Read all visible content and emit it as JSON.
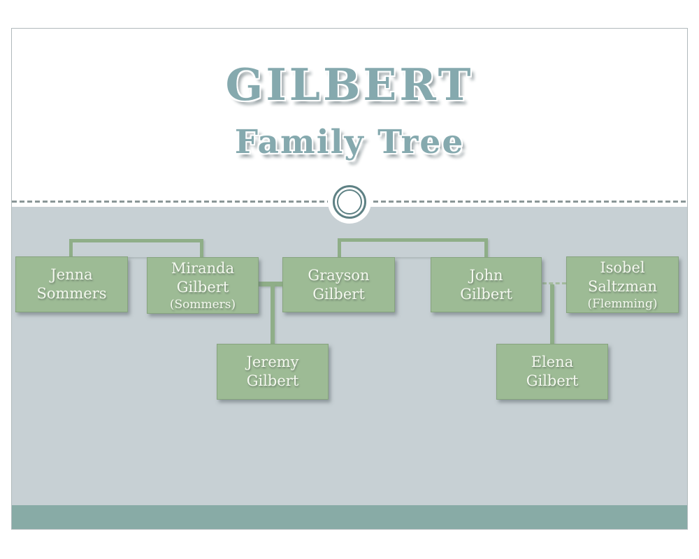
{
  "slide": {
    "title": "GILBERT",
    "subtitle": "Family Tree"
  },
  "tree": {
    "nodes": {
      "jenna": {
        "line1": "Jenna",
        "line2": "Sommers",
        "subline": ""
      },
      "miranda": {
        "line1": "Miranda",
        "line2": "Gilbert",
        "subline": "(Sommers)"
      },
      "grayson": {
        "line1": "Grayson",
        "line2": "Gilbert",
        "subline": ""
      },
      "john": {
        "line1": "John",
        "line2": "Gilbert",
        "subline": ""
      },
      "isobel": {
        "line1": "Isobel",
        "line2": "Saltzman",
        "subline": "(Flemming)"
      },
      "jeremy": {
        "line1": "Jeremy",
        "line2": "Gilbert",
        "subline": ""
      },
      "elena": {
        "line1": "Elena",
        "line2": "Gilbert",
        "subline": ""
      }
    }
  },
  "colors": {
    "title_text": "#85a9ae",
    "node_fill": "#9dbb95",
    "node_border": "#86a37e",
    "connector": "#8fae88",
    "content_background": "#c7d0d4",
    "footer_strip": "#88aba6",
    "divider_dash": "#8a9697",
    "ring": "#5e8184"
  }
}
